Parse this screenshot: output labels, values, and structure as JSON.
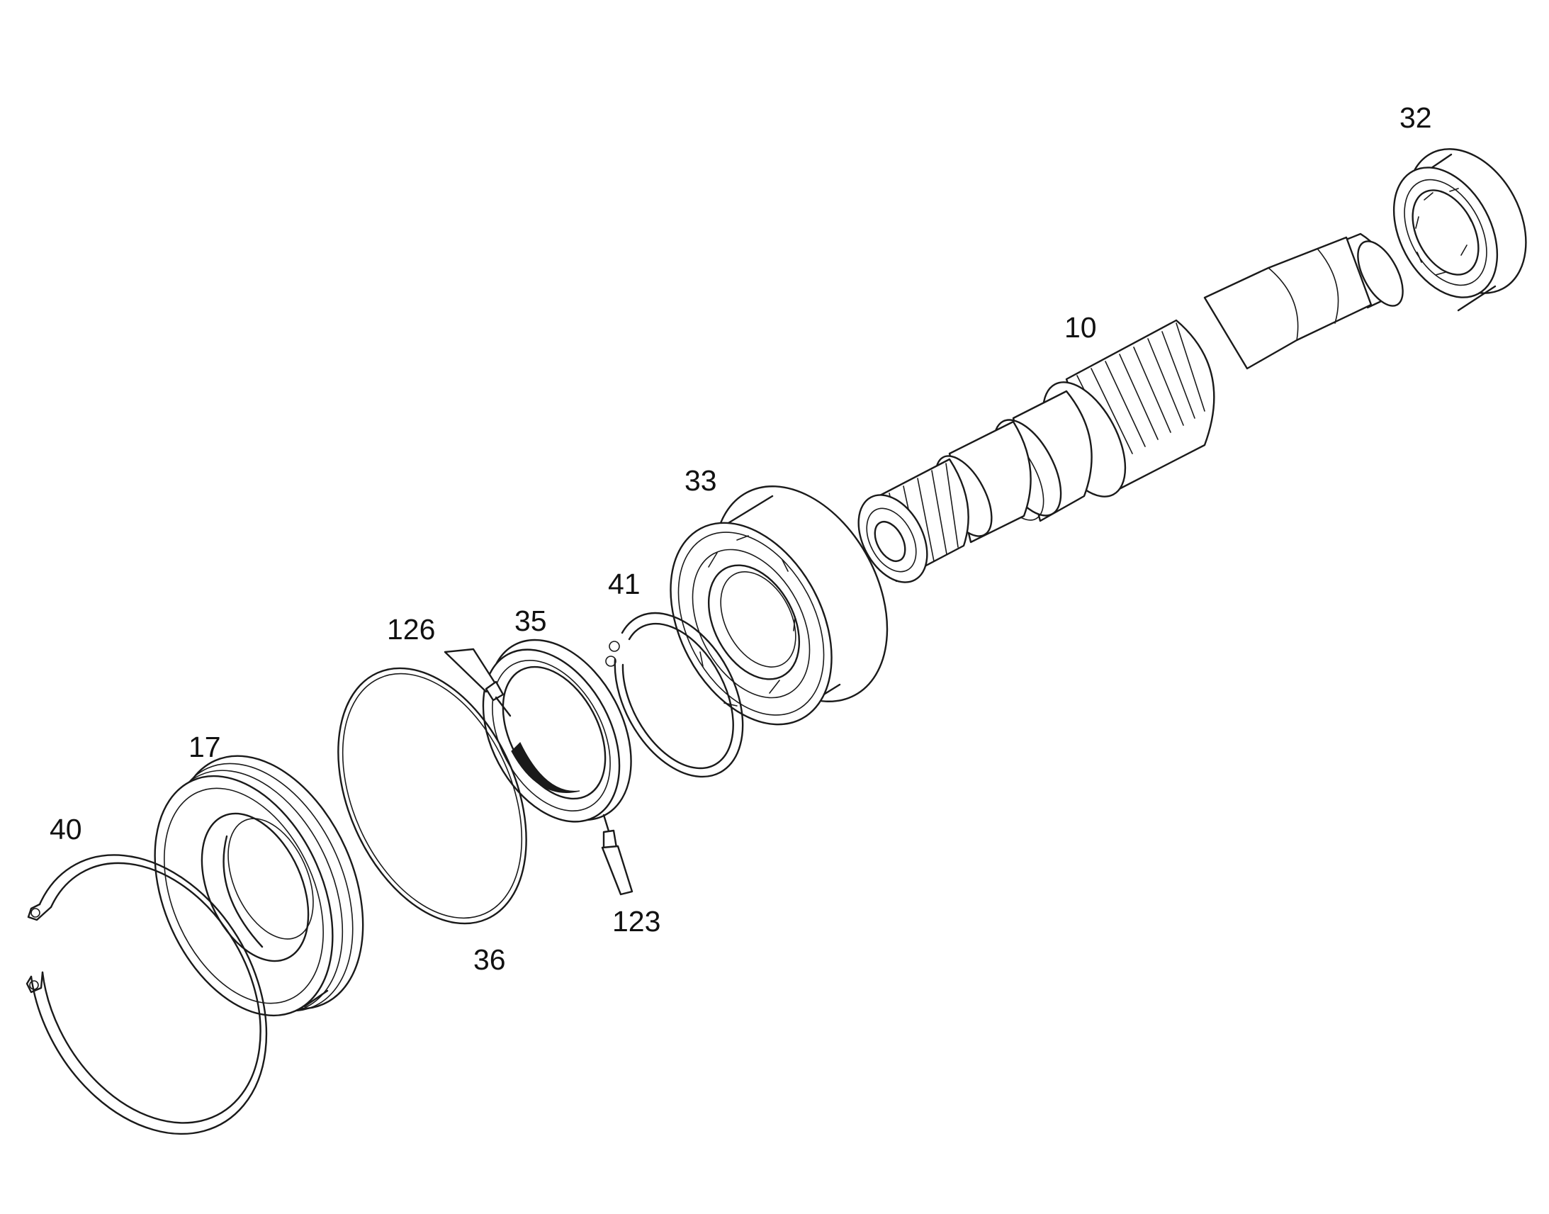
{
  "diagram": {
    "type": "exploded-parts-view",
    "line_color": "#1a1a1a",
    "background": "#ffffff",
    "callouts": [
      {
        "id": "p32",
        "label": "32"
      },
      {
        "id": "p10",
        "label": "10"
      },
      {
        "id": "p33",
        "label": "33"
      },
      {
        "id": "p41",
        "label": "41"
      },
      {
        "id": "p35",
        "label": "35"
      },
      {
        "id": "p126",
        "label": "126"
      },
      {
        "id": "p17",
        "label": "17"
      },
      {
        "id": "p40",
        "label": "40"
      },
      {
        "id": "p36",
        "label": "36"
      },
      {
        "id": "p123",
        "label": "123"
      }
    ]
  }
}
